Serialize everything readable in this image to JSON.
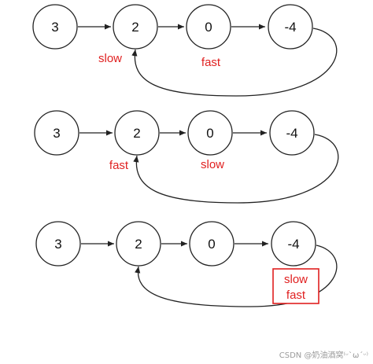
{
  "diagrams": [
    {
      "nodes": [
        "3",
        "2",
        "0",
        "-4"
      ],
      "pointers": [
        {
          "text": "slow",
          "at_node": 1
        },
        {
          "text": "fast",
          "at_node": 2
        }
      ],
      "boxed": false
    },
    {
      "nodes": [
        "3",
        "2",
        "0",
        "-4"
      ],
      "pointers": [
        {
          "text": "fast",
          "at_node": 1
        },
        {
          "text": "slow",
          "at_node": 2
        }
      ],
      "boxed": false
    },
    {
      "nodes": [
        "3",
        "2",
        "0",
        "-4"
      ],
      "pointers": [
        {
          "text": "slow",
          "at_node": 3
        },
        {
          "text": "fast",
          "at_node": 3
        }
      ],
      "boxed": true
    }
  ],
  "watermark": "CSDN @奶油酒窝⁽ᵕ`ω´ᵕ⁾"
}
